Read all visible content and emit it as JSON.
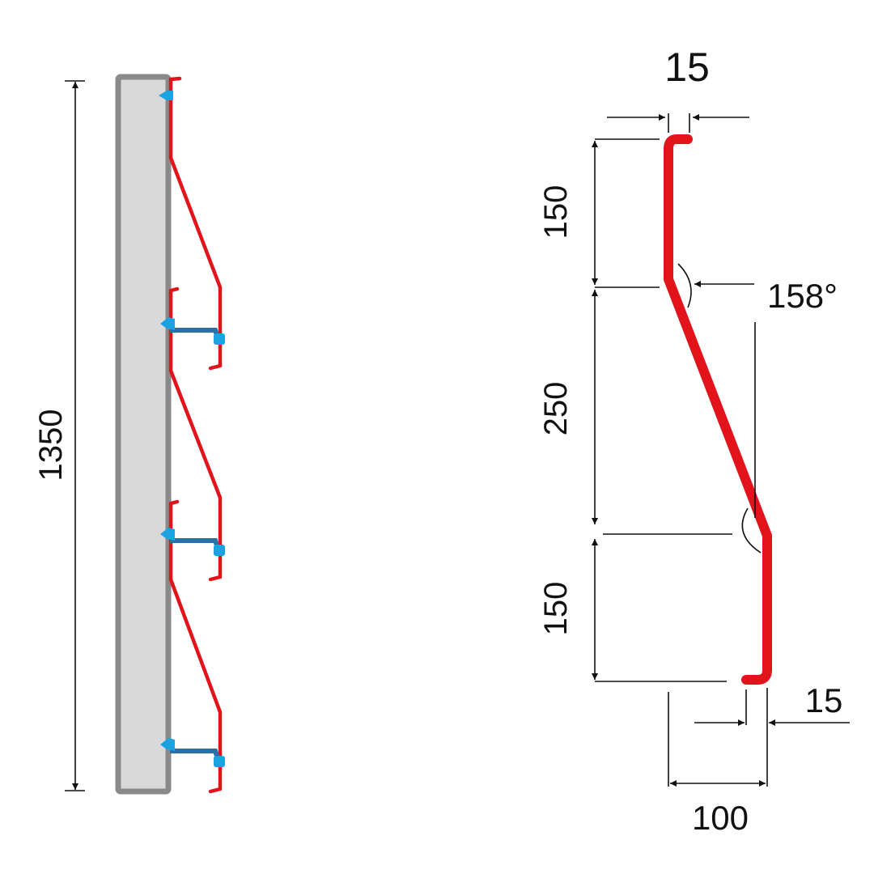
{
  "left_view": {
    "height_label": "1350"
  },
  "right_view": {
    "top_lip_label": "15",
    "upper_vertical_label": "150",
    "slope_label": "250",
    "lower_vertical_label": "150",
    "angle_label": "158°",
    "bottom_lip_label": "15",
    "depth_label": "100"
  },
  "colors": {
    "profile": "#e3131b",
    "bracket": "#1aa3e0",
    "beam": "#d9d9d9"
  }
}
